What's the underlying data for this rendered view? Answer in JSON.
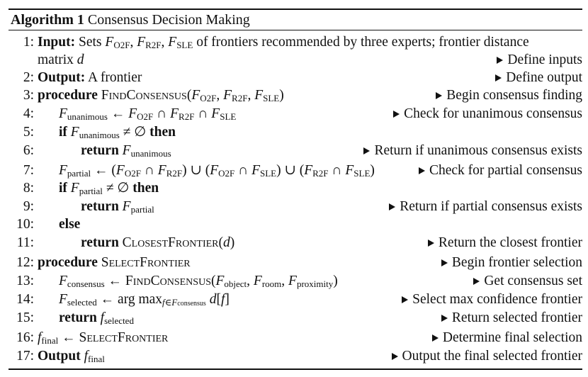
{
  "caption": {
    "label": "Algorithm 1",
    "title": "Consensus Decision Making"
  },
  "lines": [
    {
      "n": "1:",
      "kw": "Input:",
      "text": "Sets F_O2F, F_R2F, F_SLE of frontiers recommended by three experts; frontier distance",
      "comment": ""
    },
    {
      "n": "",
      "text": "matrix d",
      "comment": "Define inputs"
    },
    {
      "n": "2:",
      "kw": "Output:",
      "text": "A frontier",
      "comment": "Define output"
    },
    {
      "n": "3:",
      "kw": "procedure",
      "text": "FindConsensus(F_O2F, F_R2F, F_SLE)",
      "comment": "Begin consensus finding"
    },
    {
      "n": "4:",
      "text": "F_unanimous ← F_O2F ∩ F_R2F ∩ F_SLE",
      "comment": "Check for unanimous consensus"
    },
    {
      "n": "5:",
      "kw": "if",
      "text": "F_unanimous ≠ ∅ then",
      "comment": ""
    },
    {
      "n": "6:",
      "kw": "return",
      "text": "F_unanimous",
      "comment": "Return if unanimous consensus exists"
    },
    {
      "n": "7:",
      "text": "F_partial ← (F_O2F ∩ F_R2F) ∪ (F_O2F ∩ F_SLE) ∪ (F_R2F ∩ F_SLE)",
      "comment": "Check for partial consensus"
    },
    {
      "n": "8:",
      "kw": "if",
      "text": "F_partial ≠ ∅ then",
      "comment": ""
    },
    {
      "n": "9:",
      "kw": "return",
      "text": "F_partial",
      "comment": "Return if partial consensus exists"
    },
    {
      "n": "10:",
      "kw": "else",
      "text": "",
      "comment": ""
    },
    {
      "n": "11:",
      "kw": "return",
      "text": "ClosestFrontier(d)",
      "comment": "Return the closest frontier"
    },
    {
      "n": "12:",
      "kw": "procedure",
      "text": "SelectFrontier",
      "comment": "Begin frontier selection"
    },
    {
      "n": "13:",
      "text": "F_consensus ← FindConsensus(F_object, F_room, F_proximity)",
      "comment": "Get consensus set"
    },
    {
      "n": "14:",
      "text": "F_selected ← arg max_{f∈F_consensus} d[f]",
      "comment": "Select max confidence frontier"
    },
    {
      "n": "15:",
      "kw": "return",
      "text": "f_selected",
      "comment": "Return selected frontier"
    },
    {
      "n": "16:",
      "text": "f_final ← SelectFrontier",
      "comment": "Determine final selection"
    },
    {
      "n": "17:",
      "kw": "Output",
      "text": "f_final",
      "comment": "Output the final selected frontier"
    }
  ]
}
